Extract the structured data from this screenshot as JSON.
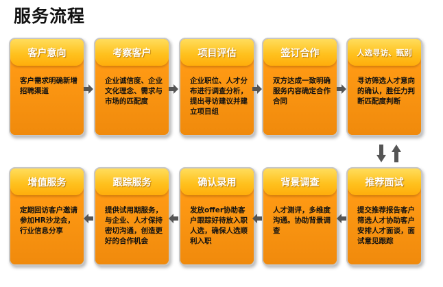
{
  "title": "服务流程",
  "colors": {
    "card": "#ff9a14",
    "header": "#ffc21f",
    "arrow": "#555555"
  },
  "steps": [
    {
      "title": "客户意向",
      "text": "客户需求明确新增招聘渠道"
    },
    {
      "title": "考察客户",
      "text": "企业诚信度、企业文化理念、需求与市场的匹配度"
    },
    {
      "title": "项目评估",
      "text": "企业职位、人才分布进行调查分析，提出寻访建议并建立项目组"
    },
    {
      "title": "签订合作",
      "text": "双方达成一致明确服务内容确定合作合同"
    },
    {
      "title": "人选寻访、甄别",
      "text": "寻访筛选人才意向的确认，胜任力判断匹配度判断"
    },
    {
      "title": "推荐面试",
      "text": "提交推荐报告客户筛选人才协助客户安排人才面谈，面试意见跟踪"
    },
    {
      "title": "背景调查",
      "text": "人才测评，多维度沟通。协助背景调查"
    },
    {
      "title": "确认录用",
      "text": "发放offer协助客户跟踪好待放入职人选，确保人选顺利入职"
    },
    {
      "title": "跟踪服务",
      "text": "提供试用期服务，与企业、人才保持密切沟通，创造更好的合作机会"
    },
    {
      "title": "增值服务",
      "text": "定期回访客户邀请参加HR沙龙会，行业信息分享"
    }
  ]
}
